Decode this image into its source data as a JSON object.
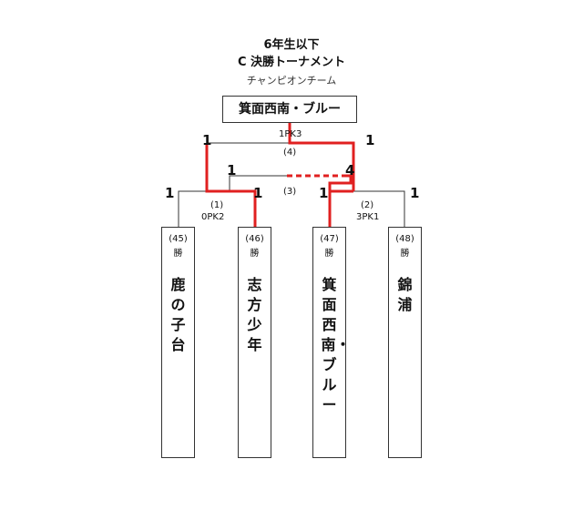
{
  "title_line1": "6年生以下",
  "title_line2": "C 決勝トーナメント",
  "title_line3": "チャンピオンチーム",
  "champion": "箕面西南・ブルー",
  "final": {
    "left_score": "1",
    "right_score": "1",
    "pk": "1PK3",
    "match_no": "(4)"
  },
  "third_place": {
    "left_score": "1",
    "right_score": "4",
    "match_no": "(3)"
  },
  "semi_left": {
    "left_score": "1",
    "right_score": "1",
    "match_no": "(1)",
    "pk": "0PK2"
  },
  "semi_right": {
    "left_score": "1",
    "right_score": "1",
    "match_no": "(2)",
    "pk": "3PK1"
  },
  "teams": [
    {
      "seed": "(45)",
      "win": "勝",
      "name": "鹿の子台"
    },
    {
      "seed": "(46)",
      "win": "勝",
      "name": "志方少年"
    },
    {
      "seed": "(47)",
      "win": "勝",
      "name": "箕面西南・ブルー"
    },
    {
      "seed": "(48)",
      "win": "勝",
      "name": "錦　浦"
    }
  ],
  "colors": {
    "winner_line": "#e02020",
    "line": "#333333"
  }
}
